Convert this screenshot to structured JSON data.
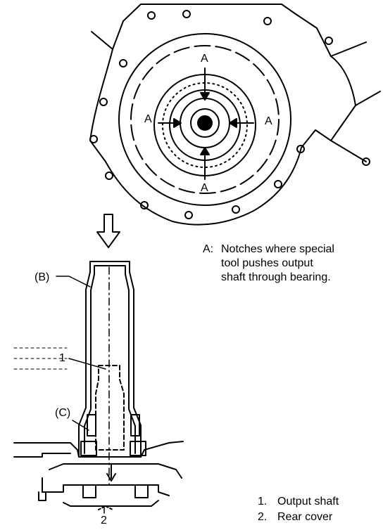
{
  "top_view": {
    "notch_label": "A",
    "notch_labels": [
      "A",
      "A",
      "A",
      "A"
    ]
  },
  "callouts": {
    "tool_b": "(B)",
    "tool_c": "(C)",
    "part_1": "1",
    "part_2": "2"
  },
  "note": {
    "key": "A:",
    "lines": [
      "Notches where special",
      "tool pushes output",
      "shaft through bearing."
    ]
  },
  "legend": [
    {
      "num": "1.",
      "text": "Output shaft"
    },
    {
      "num": "2.",
      "text": "Rear cover"
    }
  ]
}
